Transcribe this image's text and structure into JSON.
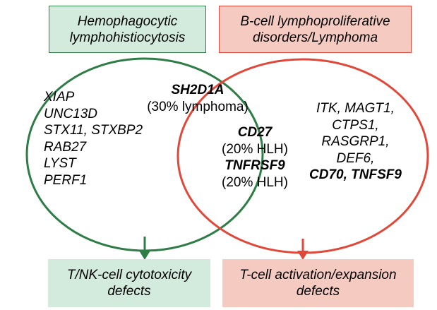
{
  "top_left_box": {
    "line1": "Hemophagocytic",
    "line2": "lymphohistiocytosis"
  },
  "top_right_box": {
    "line1": "B-cell lymphoproliferative",
    "line2": "disorders/Lymphoma"
  },
  "left_genes": [
    "XIAP",
    "UNC13D",
    "STX11, STXBP2",
    "RAB27",
    "LYST",
    "PERF1"
  ],
  "center_top": {
    "gene": "SH2D1A",
    "note": "(30% lymphoma)"
  },
  "center_mid": [
    {
      "gene": "CD27",
      "note": "(20% HLH)"
    },
    {
      "gene": "TNFRSF9",
      "note": "(20% HLH)"
    }
  ],
  "right_genes": [
    "ITK, MAGT1,",
    "CTPS1,",
    "RASGRP1,",
    "DEF6,"
  ],
  "right_genes_bold": "CD70, TNFSF9",
  "bottom_left_box": {
    "line1": "T/NK-cell cytotoxicity",
    "line2": "defects"
  },
  "bottom_right_box": {
    "line1": "T-cell activation/expansion",
    "line2": "defects"
  },
  "colors": {
    "green": "#2e7d46",
    "red": "#e0483a",
    "green_fill": "#d3ebdc",
    "red_fill": "#f5cbc1"
  }
}
